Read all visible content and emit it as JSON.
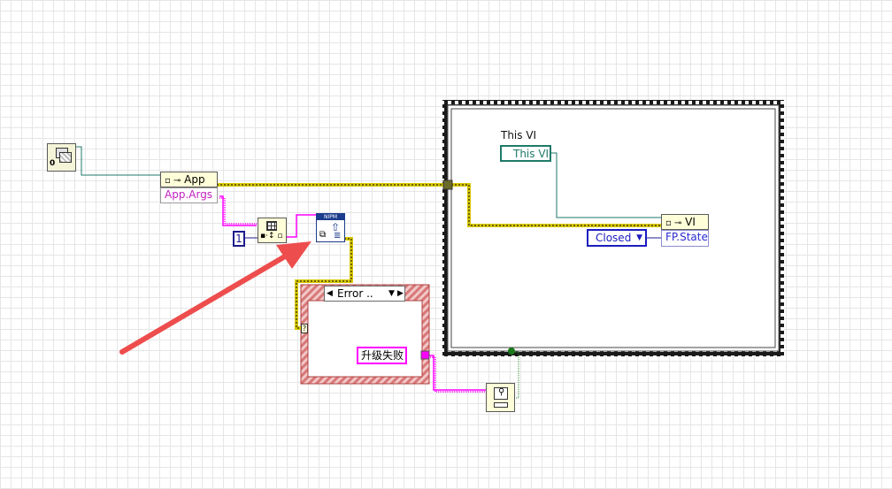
{
  "app_property": {
    "class_label": "App",
    "item": "App.Args"
  },
  "vi_property": {
    "class_label": "VI",
    "item": "FP.State"
  },
  "this_vi": {
    "label": "This VI",
    "ref_text": "This VI"
  },
  "index_constant": "1",
  "closed_enum": "Closed",
  "case_selector": {
    "value": "Error .."
  },
  "message_constant": "升级失败",
  "nipm_icon_text": "NIPM",
  "constant_zero": "0",
  "colors": {
    "string_wire": "#ff00ff",
    "error_wire": "#d8c800",
    "ref_wire": "#1f7a6a",
    "enum_wire": "#1c1cc0",
    "arrow": "#ee4d4d",
    "case_border": "#cc5a5a"
  }
}
